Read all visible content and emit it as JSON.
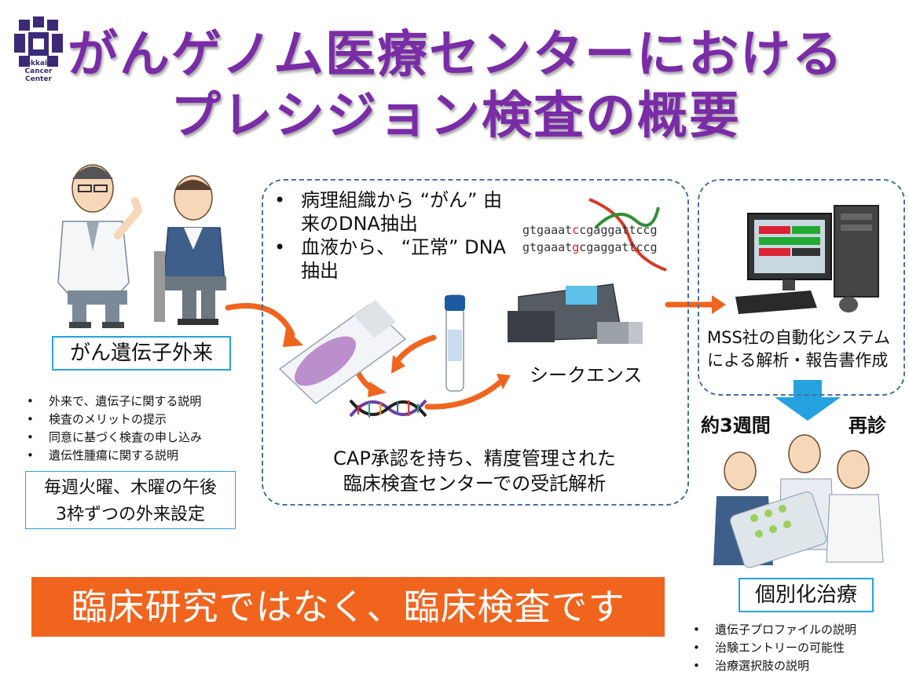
{
  "logo": {
    "line1": "Hokkaido",
    "line2": "Cancer",
    "line3": "Center"
  },
  "title": {
    "line1": "がんゲノム医療センターにおける",
    "line2": "プレシジョン検査の概要"
  },
  "clinic": {
    "label": "がん遺伝子外来",
    "bullets": [
      "外来で、遺伝子に関する説明",
      "検査のメリットの提示",
      "同意に基づく検査の申し込み",
      "遺伝性腫瘍に関する説明"
    ],
    "schedule_line1": "毎週火曜、木曜の午後",
    "schedule_line2": "3枠ずつの外来設定"
  },
  "lab": {
    "bullet1": "病理組織から “がん” 由来のDNA抽出",
    "bullet2": "血液から、 “正常” DNA抽出",
    "seq1_a": "gtgaaat",
    "seq1_b": "c",
    "seq1_c": "cgaggattccg",
    "seq2_a": "gtgaaat",
    "seq2_b": "g",
    "seq2_c": "cgaggattccg",
    "sequence_label": "シークエンス",
    "cap_line1": "CAP承認を持ち、精度管理された",
    "cap_line2": "臨床検査センターでの受託解析"
  },
  "mss": {
    "text": "MSS社の自動化システムによる解析・報告書作成"
  },
  "followup": {
    "weeks": "約3週間",
    "revisit": "再診"
  },
  "treatment": {
    "label": "個別化治療",
    "bullets": [
      "遺伝子プロファイルの説明",
      "治験エントリーの可能性",
      "治療選択肢の説明"
    ]
  },
  "banner": {
    "text": "臨床研究ではなく、臨床検査です"
  },
  "colors": {
    "title": "#7a2ca6",
    "accent_blue": "#25a3e0",
    "arrow_orange": "#f0641e",
    "banner": "#f0641e"
  }
}
